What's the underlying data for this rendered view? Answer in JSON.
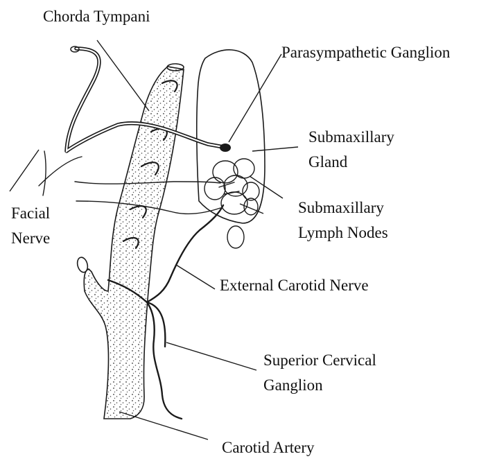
{
  "figure": {
    "labels": {
      "chorda_tympani": "Chorda Tympani",
      "parasympathetic_ganglion": "Parasympathetic Ganglion",
      "submaxillary_gland_1": "Submaxillary",
      "submaxillary_gland_2": "Gland",
      "facial_nerve_1": "Facial",
      "facial_nerve_2": "Nerve",
      "lymph_nodes_1": "Submaxillary",
      "lymph_nodes_2": "Lymph Nodes",
      "external_carotid_nerve": "External Carotid Nerve",
      "superior_cervical_ganglion_1": "Superior Cervical",
      "superior_cervical_ganglion_2": "Ganglion",
      "carotid_artery": "Carotid Artery"
    },
    "colors": {
      "ink": "#1a1a1a",
      "paper": "#ffffff"
    }
  }
}
